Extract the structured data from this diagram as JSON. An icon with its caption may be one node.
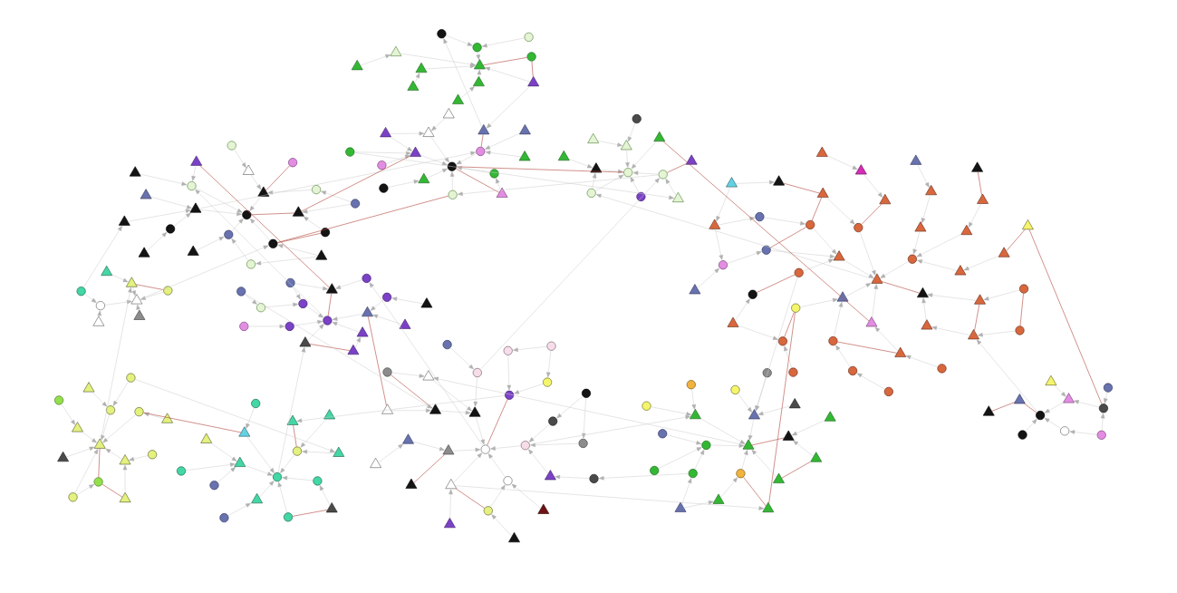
{
  "diagram": {
    "nodes": [
      {
        "text": [],
        "shape": "triangle"
      },
      {
        "text": [],
        "shape": "triangle"
      },
      {
        "text": [],
        "shape": "circle"
      },
      {
        "text": [],
        "shape": "triangle"
      },
      {
        "text": [],
        "shape": "triangle"
      },
      {
        "text": [],
        "shape": "circle"
      },
      {
        "text": [],
        "shape": "triangle"
      },
      {
        "text": [],
        "shape": "circle"
      },
      {
        "text": [],
        "shape": "triangle"
      },
      {
        "text": [],
        "shape": "triangle"
      },
      {
        "text": [],
        "shape": "circle"
      },
      {
        "text": [],
        "shape": "triangle"
      },
      {
        "text": [],
        "shape": "circle"
      },
      {
        "text": [],
        "shape": "triangle"
      },
      {
        "text": [],
        "shape": "circle"
      },
      {
        "text": [],
        "shape": "triangle"
      },
      {
        "text": [],
        "shape": "triangle"
      },
      {
        "text": [],
        "shape": "circle"
      },
      {
        "text": [],
        "shape": "circle"
      },
      {
        "text": [],
        "shape": "triangle"
      },
      {
        "text": [],
        "shape": "circle"
      },
      {
        "text": [],
        "shape": "triangle"
      },
      {
        "text": [],
        "shape": "triangle"
      },
      {
        "text": [],
        "shape": "circle"
      },
      {
        "text": [],
        "shape": "triangle"
      },
      {
        "text": [],
        "shape": "triangle"
      },
      {
        "text": [],
        "shape": "circle"
      },
      {
        "text": [],
        "shape": "triangle"
      },
      {
        "text": [],
        "shape": "circle"
      },
      {
        "text": [],
        "shape": "triangle"
      },
      {
        "text": [],
        "shape": "circle"
      },
      {
        "text": [],
        "shape": "triangle"
      },
      {
        "text": [],
        "shape": "triangle"
      },
      {
        "text": [],
        "shape": "circle"
      },
      {
        "text": [],
        "shape": "triangle"
      },
      {
        "text": [],
        "shape": "triangle"
      },
      {
        "text": [],
        "shape": "circle"
      },
      {
        "text": [],
        "shape": "circle"
      },
      {
        "text": [],
        "shape": "triangle"
      },
      {
        "text": [],
        "shape": "triangle"
      },
      {
        "text": [],
        "shape": "circle"
      },
      {
        "text": [],
        "shape": "triangle"
      },
      {
        "text": [],
        "shape": "triangle"
      },
      {
        "text": [],
        "shape": "circle"
      },
      {
        "text": [],
        "shape": "circle"
      },
      {
        "text": [],
        "shape": "triangle"
      },
      {
        "text": [],
        "shape": "circle"
      },
      {
        "text": [],
        "shape": "triangle"
      },
      {
        "text": [],
        "shape": "circle"
      },
      {
        "text": [],
        "shape": "triangle"
      },
      {
        "text": [],
        "shape": "circle"
      },
      {
        "text": [],
        "shape": "triangle"
      },
      {
        "text": [],
        "shape": "triangle"
      },
      {
        "text": [],
        "shape": "circle"
      },
      {
        "text": [],
        "shape": "triangle"
      },
      {
        "text": [],
        "shape": "circle"
      },
      {
        "text": [],
        "shape": "circle"
      },
      {
        "text": [],
        "shape": "triangle"
      },
      {
        "text": [],
        "shape": "circle"
      },
      {
        "text": [],
        "shape": "triangle"
      },
      {
        "text": [],
        "shape": "circle"
      },
      {
        "text": [],
        "shape": "triangle"
      },
      {
        "text": [],
        "shape": "triangle"
      },
      {
        "text": [],
        "shape": "circle"
      },
      {
        "text": [],
        "shape": "triangle"
      },
      {
        "text": [],
        "shape": "triangle"
      },
      {
        "text": [],
        "shape": "circle"
      },
      {
        "text": [],
        "shape": "circle"
      },
      {
        "text": [],
        "shape": "triangle"
      },
      {
        "text": [],
        "shape": "triangle"
      },
      {
        "text": [],
        "shape": "circle"
      },
      {
        "text": [],
        "shape": "circle"
      },
      {
        "text": [],
        "shape": "triangle"
      },
      {
        "text": [],
        "shape": "circle"
      },
      {
        "text": [],
        "shape": "triangle"
      },
      {
        "text": [],
        "shape": "triangle"
      },
      {
        "text": [],
        "shape": "circle"
      },
      {
        "text": [],
        "shape": "circle"
      },
      {
        "text": [],
        "shape": "triangle"
      },
      {
        "text": [],
        "shape": "circle"
      },
      {
        "text": [],
        "shape": "triangle"
      },
      {
        "text": [],
        "shape": "circle"
      },
      {
        "text": [],
        "shape": "circle"
      },
      {
        "text": [],
        "shape": "triangle"
      },
      {
        "text": [],
        "shape": "circle"
      },
      {
        "text": [],
        "shape": "triangle"
      },
      {
        "text": [],
        "shape": "triangle"
      },
      {
        "text": [],
        "shape": "circle"
      },
      {
        "text": [],
        "shape": "triangle"
      },
      {
        "text": [],
        "shape": "triangle"
      },
      {
        "text": [],
        "shape": "circle"
      },
      {
        "text": [],
        "shape": "circle"
      },
      {
        "text": [],
        "shape": "triangle"
      },
      {
        "text": [],
        "shape": "circle"
      },
      {
        "text": [],
        "shape": "triangle"
      },
      {
        "text": [],
        "shape": "circle"
      },
      {
        "text": [],
        "shape": "triangle"
      },
      {
        "text": [],
        "shape": "circle"
      },
      {
        "text": [],
        "shape": "triangle"
      },
      {
        "text": [],
        "shape": "circle"
      },
      {
        "text": [],
        "shape": "circle"
      },
      {
        "text": [],
        "shape": "triangle"
      },
      {
        "text": [],
        "shape": "circle"
      },
      {
        "text": [],
        "shape": "triangle"
      },
      {
        "text": [],
        "shape": "triangle"
      },
      {
        "text": [],
        "shape": "circle"
      },
      {
        "text": [],
        "shape": "circle"
      },
      {
        "text": [],
        "shape": "triangle"
      },
      {
        "text": [],
        "shape": "circle"
      },
      {
        "text": [],
        "shape": "triangle"
      },
      {
        "text": [],
        "shape": "triangle"
      },
      {
        "text": [],
        "shape": "circle"
      },
      {
        "text": [],
        "shape": "circle"
      },
      {
        "text": [],
        "shape": "triangle"
      },
      {
        "text": [],
        "shape": "circle"
      },
      {
        "text": [],
        "shape": "triangle"
      },
      {
        "text": [],
        "shape": "circle"
      },
      {
        "text": [],
        "shape": "triangle"
      },
      {
        "text": [],
        "shape": "circle"
      },
      {
        "text": [],
        "shape": "triangle"
      },
      {
        "text": [],
        "shape": "circle"
      },
      {
        "text": [],
        "shape": "circle"
      },
      {
        "text": [],
        "shape": "triangle"
      },
      {
        "text": [],
        "shape": "circle"
      },
      {
        "text": [],
        "shape": "triangle"
      },
      {
        "text": [],
        "shape": "circle"
      },
      {
        "text": [],
        "shape": "triangle"
      },
      {
        "text": [],
        "shape": "triangle"
      },
      {
        "text": [],
        "shape": "circle"
      },
      {
        "text": [],
        "shape": "circle"
      },
      {
        "text": [],
        "shape": "triangle"
      },
      {
        "text": [],
        "shape": "circle"
      },
      {
        "text": [],
        "shape": "triangle"
      },
      {
        "text": [],
        "shape": "circle"
      },
      {
        "text": [],
        "shape": "triangle"
      },
      {
        "text": [],
        "shape": "triangle"
      },
      {
        "text": [],
        "shape": "circle"
      },
      {
        "text": [],
        "shape": "triangle"
      },
      {
        "text": [],
        "shape": "circle"
      },
      {
        "text": [],
        "shape": "circle"
      },
      {
        "text": [],
        "shape": "triangle"
      },
      {
        "text": [],
        "shape": "circle"
      },
      {
        "text": [],
        "shape": "triangle"
      },
      {
        "text": [],
        "shape": "circle"
      },
      {
        "text": [],
        "shape": "triangle"
      },
      {
        "text": [],
        "shape": "circle"
      },
      {
        "text": [],
        "shape": "triangle"
      },
      {
        "text": [],
        "shape": "circle"
      },
      {
        "text": [],
        "shape": "triangle"
      },
      {
        "text": [],
        "shape": "triangle"
      },
      {
        "text": [],
        "shape": "circle"
      },
      {
        "text": [],
        "shape": "circle"
      },
      {
        "text": [],
        "shape": "triangle"
      },
      {
        "text": [],
        "shape": "circle"
      },
      {
        "text": [],
        "shape": "triangle"
      },
      {
        "text": [],
        "shape": "triangle"
      },
      {
        "text": [],
        "shape": "circle"
      },
      {
        "text": [],
        "shape": "triangle"
      },
      {
        "text": [],
        "shape": "circle"
      },
      {
        "text": [],
        "shape": "circle"
      },
      {
        "text": [],
        "shape": "triangle"
      },
      {
        "text": [],
        "shape": "circle"
      },
      {
        "text": [],
        "shape": "triangle"
      },
      {
        "text": [],
        "shape": "triangle"
      },
      {
        "text": [],
        "shape": "triangle"
      },
      {
        "text": [],
        "shape": "triangle"
      },
      {
        "text": [],
        "shape": "circle"
      },
      {
        "text": [],
        "shape": "triangle"
      },
      {
        "text": [],
        "shape": "circle"
      },
      {
        "text": [],
        "shape": "triangle"
      },
      {
        "text": [],
        "shape": "circle"
      },
      {
        "text": [],
        "shape": "triangle"
      },
      {
        "text": [],
        "shape": "triangle"
      },
      {
        "text": [],
        "shape": "circle"
      },
      {
        "text": [],
        "shape": "triangle"
      },
      {
        "text": [],
        "shape": "circle"
      },
      {
        "text": [],
        "shape": "triangle"
      },
      {
        "text": [],
        "shape": "triangle"
      },
      {
        "text": [],
        "shape": "circle"
      },
      {
        "text": [],
        "shape": "triangle"
      },
      {
        "text": [],
        "shape": "circle"
      },
      {
        "text": [],
        "shape": "triangle"
      },
      {
        "text": [],
        "shape": "triangle"
      },
      {
        "text": [],
        "shape": "circle"
      },
      {
        "text": [],
        "shape": "triangle"
      },
      {
        "text": [],
        "shape": "triangle"
      },
      {
        "text": [],
        "shape": "circle"
      },
      {
        "text": [],
        "shape": "triangle"
      },
      {
        "text": [],
        "shape": "circle"
      },
      {
        "text": [],
        "shape": "triangle"
      },
      {
        "text": [],
        "shape": "triangle"
      },
      {
        "text": [],
        "shape": "circle"
      },
      {
        "text": [],
        "shape": "triangle"
      },
      {
        "text": [],
        "shape": "circle"
      },
      {
        "text": [],
        "shape": "triangle"
      },
      {
        "text": [],
        "shape": "circle"
      },
      {
        "text": [],
        "shape": "triangle"
      },
      {
        "text": [],
        "shape": "triangle"
      },
      {
        "text": [],
        "shape": "circle"
      },
      {
        "text": [],
        "shape": "triangle"
      },
      {
        "text": [],
        "shape": "triangle"
      },
      {
        "text": [],
        "shape": "circle"
      },
      {
        "text": [],
        "shape": "triangle"
      },
      {
        "text": [],
        "shape": "circle"
      },
      {
        "text": [],
        "shape": "triangle"
      },
      {
        "text": [],
        "shape": "triangle"
      },
      {
        "text": [],
        "shape": "circle"
      },
      {
        "text": [],
        "shape": "triangle"
      },
      {
        "text": [],
        "shape": "circle"
      },
      {
        "text": [],
        "shape": "triangle"
      },
      {
        "text": [],
        "shape": "circle"
      },
      {
        "text": [],
        "shape": "triangle"
      },
      {
        "text": [],
        "shape": "circle"
      },
      {
        "text": [],
        "shape": "circle"
      },
      {
        "text": [],
        "shape": "triangle"
      },
      {
        "text": [],
        "shape": "circle"
      },
      {
        "text": [],
        "shape": "triangle"
      },
      {
        "text": [],
        "shape": "circle"
      }
    ],
    "edges": [
      {
        "from": 1,
        "to": 0,
        "arrow": "to"
      },
      {
        "from": 2,
        "to": 0,
        "arrow": "to"
      },
      {
        "from": 3,
        "to": 0,
        "arrow": "to"
      },
      {
        "from": 4,
        "to": 0,
        "arrow": "to"
      },
      {
        "from": 6,
        "to": 1,
        "arrow": "to"
      },
      {
        "from": 7,
        "to": 2,
        "arrow": "to"
      },
      {
        "from": 8,
        "to": 0,
        "arrow": "to"
      },
      {
        "from": 9,
        "to": 4,
        "arrow": "to"
      },
      {
        "from": 10,
        "to": 2,
        "arrow": "to"
      },
      {
        "from": 11,
        "to": 3,
        "arrow": "to"
      },
      {
        "from": 5,
        "to": 0,
        "arrow": "none",
        "color": "#b0473c"
      },
      {
        "from": 8,
        "to": 5,
        "arrow": "none",
        "color": "#b0473c"
      },
      {
        "from": 13,
        "to": 12,
        "arrow": "to"
      },
      {
        "from": 14,
        "to": 12,
        "arrow": "to"
      },
      {
        "from": 15,
        "to": 12,
        "arrow": "to"
      },
      {
        "from": 16,
        "to": 12,
        "arrow": "to"
      },
      {
        "from": 17,
        "to": 12,
        "arrow": "to"
      },
      {
        "from": 18,
        "to": 13,
        "arrow": "to"
      },
      {
        "from": 20,
        "to": 12,
        "arrow": "to"
      },
      {
        "from": 21,
        "to": 13,
        "arrow": "to"
      },
      {
        "from": 22,
        "to": 14,
        "arrow": "to"
      },
      {
        "from": 23,
        "to": 15,
        "arrow": "to"
      },
      {
        "from": 24,
        "to": 16,
        "arrow": "to"
      },
      {
        "from": 25,
        "to": 17,
        "arrow": "to"
      },
      {
        "from": 26,
        "to": 13,
        "arrow": "to"
      },
      {
        "from": 27,
        "to": 14,
        "arrow": "to"
      },
      {
        "from": 19,
        "to": 14,
        "arrow": "none",
        "color": "#b0473c"
      },
      {
        "from": 25,
        "to": 12,
        "arrow": "none",
        "color": "#b0473c"
      },
      {
        "from": 21,
        "to": 16,
        "arrow": "to"
      },
      {
        "from": 29,
        "to": 28,
        "arrow": "to"
      },
      {
        "from": 30,
        "to": 28,
        "arrow": "to"
      },
      {
        "from": 31,
        "to": 28,
        "arrow": "to"
      },
      {
        "from": 32,
        "to": 28,
        "arrow": "to"
      },
      {
        "from": 33,
        "to": 28,
        "arrow": "to"
      },
      {
        "from": 36,
        "to": 28,
        "arrow": "to"
      },
      {
        "from": 34,
        "to": 29,
        "arrow": "to"
      },
      {
        "from": 37,
        "to": 29,
        "arrow": "to"
      },
      {
        "from": 38,
        "to": 30,
        "arrow": "to"
      },
      {
        "from": 39,
        "to": 31,
        "arrow": "to"
      },
      {
        "from": 35,
        "to": 30,
        "arrow": "none",
        "color": "#b0473c"
      },
      {
        "from": 36,
        "to": 31,
        "arrow": "to"
      },
      {
        "from": 41,
        "to": 40,
        "arrow": "to"
      },
      {
        "from": 42,
        "to": 40,
        "arrow": "to"
      },
      {
        "from": 43,
        "to": 40,
        "arrow": "to"
      },
      {
        "from": 44,
        "to": 40,
        "arrow": "to"
      },
      {
        "from": 45,
        "to": 40,
        "arrow": "none",
        "color": "#b0473c"
      },
      {
        "from": 46,
        "to": 41,
        "arrow": "to"
      },
      {
        "from": 48,
        "to": 40,
        "arrow": "to"
      },
      {
        "from": 49,
        "to": 41,
        "arrow": "to"
      },
      {
        "from": 50,
        "to": 42,
        "arrow": "to"
      },
      {
        "from": 51,
        "to": 43,
        "arrow": "to"
      },
      {
        "from": 52,
        "to": 44,
        "arrow": "to"
      },
      {
        "from": 53,
        "to": 45,
        "arrow": "to"
      },
      {
        "from": 54,
        "to": 41,
        "arrow": "to"
      },
      {
        "from": 55,
        "to": 42,
        "arrow": "none",
        "color": "#b0473c"
      },
      {
        "from": 56,
        "to": 43,
        "arrow": "to"
      },
      {
        "from": 57,
        "to": 44,
        "arrow": "to"
      },
      {
        "from": 58,
        "to": 45,
        "arrow": "to"
      },
      {
        "from": 59,
        "to": 46,
        "arrow": "to"
      },
      {
        "from": 60,
        "to": 47,
        "arrow": "to"
      },
      {
        "from": 61,
        "to": 48,
        "arrow": "to"
      },
      {
        "from": 47,
        "to": 42,
        "arrow": "to"
      },
      {
        "from": 53,
        "to": 48,
        "arrow": "none",
        "color": "#b0473c"
      },
      {
        "from": 58,
        "to": 50,
        "arrow": "to"
      },
      {
        "from": 61,
        "to": 56,
        "arrow": "to"
      },
      {
        "from": 63,
        "to": 62,
        "arrow": "to"
      },
      {
        "from": 64,
        "to": 62,
        "arrow": "to"
      },
      {
        "from": 65,
        "to": 62,
        "arrow": "to"
      },
      {
        "from": 66,
        "to": 63,
        "arrow": "to"
      },
      {
        "from": 67,
        "to": 62,
        "arrow": "to"
      },
      {
        "from": 68,
        "to": 63,
        "arrow": "to"
      },
      {
        "from": 69,
        "to": 64,
        "arrow": "to"
      },
      {
        "from": 67,
        "to": 64,
        "arrow": "none",
        "color": "#b0473c"
      },
      {
        "from": 71,
        "to": 70,
        "arrow": "to"
      },
      {
        "from": 72,
        "to": 70,
        "arrow": "to"
      },
      {
        "from": 73,
        "to": 70,
        "arrow": "to"
      },
      {
        "from": 74,
        "to": 70,
        "arrow": "none",
        "color": "#b0473c"
      },
      {
        "from": 75,
        "to": 70,
        "arrow": "to"
      },
      {
        "from": 76,
        "to": 71,
        "arrow": "to"
      },
      {
        "from": 77,
        "to": 72,
        "arrow": "to"
      },
      {
        "from": 78,
        "to": 70,
        "arrow": "to"
      },
      {
        "from": 79,
        "to": 71,
        "arrow": "to"
      },
      {
        "from": 80,
        "to": 72,
        "arrow": "to"
      },
      {
        "from": 81,
        "to": 73,
        "arrow": "to"
      },
      {
        "from": 82,
        "to": 74,
        "arrow": "to"
      },
      {
        "from": 83,
        "to": 75,
        "arrow": "to"
      },
      {
        "from": 84,
        "to": 76,
        "arrow": "to"
      },
      {
        "from": 85,
        "to": 77,
        "arrow": "to"
      },
      {
        "from": 83,
        "to": 78,
        "arrow": "none",
        "color": "#b0473c"
      },
      {
        "from": 79,
        "to": 74,
        "arrow": "to"
      },
      {
        "from": 87,
        "to": 86,
        "arrow": "to"
      },
      {
        "from": 88,
        "to": 86,
        "arrow": "to"
      },
      {
        "from": 89,
        "to": 86,
        "arrow": "to"
      },
      {
        "from": 90,
        "to": 86,
        "arrow": "to"
      },
      {
        "from": 91,
        "to": 86,
        "arrow": "none",
        "color": "#b0473c"
      },
      {
        "from": 92,
        "to": 87,
        "arrow": "to"
      },
      {
        "from": 93,
        "to": 88,
        "arrow": "to"
      },
      {
        "from": 94,
        "to": 86,
        "arrow": "to"
      },
      {
        "from": 95,
        "to": 87,
        "arrow": "to"
      },
      {
        "from": 96,
        "to": 88,
        "arrow": "to"
      },
      {
        "from": 97,
        "to": 89,
        "arrow": "to"
      },
      {
        "from": 98,
        "to": 90,
        "arrow": "to"
      },
      {
        "from": 99,
        "to": 91,
        "arrow": "to"
      },
      {
        "from": 96,
        "to": 91,
        "arrow": "none",
        "color": "#b0473c"
      },
      {
        "from": 99,
        "to": 86,
        "arrow": "to"
      },
      {
        "from": 101,
        "to": 100,
        "arrow": "to"
      },
      {
        "from": 102,
        "to": 100,
        "arrow": "to"
      },
      {
        "from": 103,
        "to": 100,
        "arrow": "to"
      },
      {
        "from": 104,
        "to": 100,
        "arrow": "to"
      },
      {
        "from": 105,
        "to": 100,
        "arrow": "to"
      },
      {
        "from": 106,
        "to": 101,
        "arrow": "to"
      },
      {
        "from": 107,
        "to": 102,
        "arrow": "none",
        "color": "#b0473c"
      },
      {
        "from": 108,
        "to": 100,
        "arrow": "to"
      },
      {
        "from": 109,
        "to": 101,
        "arrow": "to"
      },
      {
        "from": 110,
        "to": 102,
        "arrow": "to"
      },
      {
        "from": 111,
        "to": 103,
        "arrow": "to"
      },
      {
        "from": 112,
        "to": 104,
        "arrow": "to"
      },
      {
        "from": 113,
        "to": 105,
        "arrow": "to"
      },
      {
        "from": 114,
        "to": 101,
        "arrow": "to"
      },
      {
        "from": 115,
        "to": 102,
        "arrow": "to"
      },
      {
        "from": 113,
        "to": 108,
        "arrow": "none",
        "color": "#b0473c"
      },
      {
        "from": 117,
        "to": 116,
        "arrow": "to"
      },
      {
        "from": 118,
        "to": 116,
        "arrow": "to"
      },
      {
        "from": 119,
        "to": 116,
        "arrow": "to"
      },
      {
        "from": 120,
        "to": 116,
        "arrow": "none",
        "color": "#b0473c"
      },
      {
        "from": 121,
        "to": 116,
        "arrow": "to"
      },
      {
        "from": 122,
        "to": 117,
        "arrow": "to"
      },
      {
        "from": 123,
        "to": 118,
        "arrow": "to"
      },
      {
        "from": 124,
        "to": 116,
        "arrow": "to"
      },
      {
        "from": 125,
        "to": 117,
        "arrow": "to"
      },
      {
        "from": 126,
        "to": 118,
        "arrow": "to"
      },
      {
        "from": 127,
        "to": 119,
        "arrow": "to"
      },
      {
        "from": 128,
        "to": 120,
        "arrow": "to"
      },
      {
        "from": 129,
        "to": 121,
        "arrow": "to"
      },
      {
        "from": 130,
        "to": 117,
        "arrow": "to"
      },
      {
        "from": 131,
        "to": 118,
        "arrow": "to"
      },
      {
        "from": 132,
        "to": 119,
        "arrow": "none",
        "color": "#b0473c"
      },
      {
        "from": 133,
        "to": 120,
        "arrow": "to"
      },
      {
        "from": 134,
        "to": 121,
        "arrow": "to"
      },
      {
        "from": 135,
        "to": 122,
        "arrow": "to"
      },
      {
        "from": 136,
        "to": 123,
        "arrow": "to"
      },
      {
        "from": 137,
        "to": 124,
        "arrow": "to"
      },
      {
        "from": 138,
        "to": 125,
        "arrow": "to"
      },
      {
        "from": 139,
        "to": 126,
        "arrow": "to"
      },
      {
        "from": 140,
        "to": 127,
        "arrow": "to"
      },
      {
        "from": 141,
        "to": 128,
        "arrow": "to"
      },
      {
        "from": 142,
        "to": 129,
        "arrow": "to"
      },
      {
        "from": 143,
        "to": 130,
        "arrow": "to"
      },
      {
        "from": 129,
        "to": 124,
        "arrow": "none",
        "color": "#b0473c"
      },
      {
        "from": 136,
        "to": 131,
        "arrow": "to"
      },
      {
        "from": 141,
        "to": 133,
        "arrow": "to"
      },
      {
        "from": 143,
        "to": 122,
        "arrow": "none",
        "color": "#b0473c"
      },
      {
        "from": 145,
        "to": 144,
        "arrow": "to"
      },
      {
        "from": 146,
        "to": 144,
        "arrow": "to"
      },
      {
        "from": 147,
        "to": 144,
        "arrow": "to"
      },
      {
        "from": 148,
        "to": 144,
        "arrow": "to"
      },
      {
        "from": 149,
        "to": 144,
        "arrow": "none",
        "color": "#b0473c"
      },
      {
        "from": 150,
        "to": 145,
        "arrow": "to"
      },
      {
        "from": 152,
        "to": 144,
        "arrow": "to"
      },
      {
        "from": 153,
        "to": 145,
        "arrow": "to"
      },
      {
        "from": 154,
        "to": 146,
        "arrow": "to"
      },
      {
        "from": 155,
        "to": 147,
        "arrow": "to"
      },
      {
        "from": 156,
        "to": 148,
        "arrow": "to"
      },
      {
        "from": 157,
        "to": 149,
        "arrow": "to"
      },
      {
        "from": 158,
        "to": 145,
        "arrow": "to"
      },
      {
        "from": 159,
        "to": 146,
        "arrow": "to"
      },
      {
        "from": 160,
        "to": 147,
        "arrow": "none",
        "color": "#b0473c"
      },
      {
        "from": 161,
        "to": 148,
        "arrow": "to"
      },
      {
        "from": 162,
        "to": 149,
        "arrow": "to"
      },
      {
        "from": 163,
        "to": 150,
        "arrow": "to"
      },
      {
        "from": 151,
        "to": 146,
        "arrow": "to"
      },
      {
        "from": 157,
        "to": 152,
        "arrow": "none",
        "color": "#b0473c"
      },
      {
        "from": 163,
        "to": 155,
        "arrow": "to"
      },
      {
        "from": 165,
        "to": 164,
        "arrow": "to"
      },
      {
        "from": 166,
        "to": 164,
        "arrow": "to"
      },
      {
        "from": 167,
        "to": 164,
        "arrow": "to"
      },
      {
        "from": 168,
        "to": 164,
        "arrow": "to"
      },
      {
        "from": 169,
        "to": 164,
        "arrow": "none",
        "color": "#b0473c"
      },
      {
        "from": 170,
        "to": 165,
        "arrow": "to"
      },
      {
        "from": 172,
        "to": 164,
        "arrow": "to"
      },
      {
        "from": 173,
        "to": 165,
        "arrow": "to"
      },
      {
        "from": 174,
        "to": 166,
        "arrow": "to"
      },
      {
        "from": 175,
        "to": 167,
        "arrow": "to"
      },
      {
        "from": 176,
        "to": 168,
        "arrow": "none",
        "color": "#b0473c"
      },
      {
        "from": 177,
        "to": 169,
        "arrow": "to"
      },
      {
        "from": 178,
        "to": 165,
        "arrow": "to"
      },
      {
        "from": 179,
        "to": 166,
        "arrow": "to"
      },
      {
        "from": 180,
        "to": 167,
        "arrow": "to"
      },
      {
        "from": 181,
        "to": 168,
        "arrow": "to"
      },
      {
        "from": 182,
        "to": 169,
        "arrow": "to"
      },
      {
        "from": 183,
        "to": 170,
        "arrow": "none",
        "color": "#b0473c"
      },
      {
        "from": 184,
        "to": 171,
        "arrow": "to"
      },
      {
        "from": 185,
        "to": 172,
        "arrow": "to"
      },
      {
        "from": 186,
        "to": 173,
        "arrow": "to"
      },
      {
        "from": 187,
        "to": 174,
        "arrow": "to"
      },
      {
        "from": 188,
        "to": 175,
        "arrow": "none",
        "color": "#b0473c"
      },
      {
        "from": 189,
        "to": 176,
        "arrow": "to"
      },
      {
        "from": 190,
        "to": 177,
        "arrow": "to"
      },
      {
        "from": 191,
        "to": 178,
        "arrow": "to"
      },
      {
        "from": 192,
        "to": 179,
        "arrow": "to"
      },
      {
        "from": 193,
        "to": 180,
        "arrow": "to"
      },
      {
        "from": 194,
        "to": 181,
        "arrow": "none",
        "color": "#b0473c"
      },
      {
        "from": 195,
        "to": 182,
        "arrow": "to"
      },
      {
        "from": 196,
        "to": 183,
        "arrow": "to"
      },
      {
        "from": 197,
        "to": 184,
        "arrow": "to"
      },
      {
        "from": 198,
        "to": 185,
        "arrow": "to"
      },
      {
        "from": 199,
        "to": 186,
        "arrow": "to"
      },
      {
        "from": 200,
        "to": 187,
        "arrow": "none",
        "color": "#b0473c"
      },
      {
        "from": 201,
        "to": 188,
        "arrow": "to"
      },
      {
        "from": 202,
        "to": 189,
        "arrow": "to"
      },
      {
        "from": 203,
        "to": 190,
        "arrow": "to"
      },
      {
        "from": 204,
        "to": 191,
        "arrow": "to"
      },
      {
        "from": 205,
        "to": 192,
        "arrow": "none",
        "color": "#b0473c"
      },
      {
        "from": 206,
        "to": 193,
        "arrow": "to"
      },
      {
        "from": 207,
        "to": 194,
        "arrow": "to"
      },
      {
        "from": 171,
        "to": 166,
        "arrow": "to"
      },
      {
        "from": 185,
        "to": 180,
        "arrow": "none",
        "color": "#b0473c"
      },
      {
        "from": 190,
        "to": 182,
        "arrow": "none",
        "color": "#b0473c"
      },
      {
        "from": 199,
        "to": 191,
        "arrow": "to"
      },
      {
        "from": 203,
        "to": 195,
        "arrow": "none",
        "color": "#b0473c"
      },
      {
        "from": 207,
        "to": 199,
        "arrow": "to"
      },
      {
        "from": 181,
        "to": 173,
        "arrow": "none",
        "color": "#b0473c"
      },
      {
        "from": 196,
        "to": 188,
        "arrow": "to"
      },
      {
        "from": 178,
        "to": 173,
        "arrow": "none",
        "color": "#b0473c"
      },
      {
        "from": 209,
        "to": 208,
        "arrow": "to"
      },
      {
        "from": 210,
        "to": 208,
        "arrow": "to"
      },
      {
        "from": 211,
        "to": 208,
        "arrow": "none",
        "color": "#b0473c"
      },
      {
        "from": 212,
        "to": 209,
        "arrow": "to"
      },
      {
        "from": 213,
        "to": 208,
        "arrow": "to"
      },
      {
        "from": 214,
        "to": 209,
        "arrow": "to"
      },
      {
        "from": 215,
        "to": 210,
        "arrow": "to"
      },
      {
        "from": 216,
        "to": 211,
        "arrow": "none",
        "color": "#b0473c"
      },
      {
        "from": 217,
        "to": 212,
        "arrow": "to"
      },
      {
        "from": 215,
        "to": 212,
        "arrow": "to"
      },
      {
        "from": 8,
        "to": 19,
        "arrow": "to"
      },
      {
        "from": 19,
        "to": 7,
        "arrow": "to"
      },
      {
        "from": 12,
        "to": 28,
        "arrow": "none",
        "color": "#b0473c"
      },
      {
        "from": 30,
        "to": 20,
        "arrow": "to"
      },
      {
        "from": 41,
        "to": 14,
        "arrow": "to"
      },
      {
        "from": 13,
        "to": 45,
        "arrow": "none",
        "color": "#b0473c"
      },
      {
        "from": 62,
        "to": 48,
        "arrow": "to"
      },
      {
        "from": 66,
        "to": 54,
        "arrow": "to"
      },
      {
        "from": 70,
        "to": 44,
        "arrow": "to"
      },
      {
        "from": 74,
        "to": 52,
        "arrow": "none",
        "color": "#b0473c"
      },
      {
        "from": 86,
        "to": 64,
        "arrow": "to"
      },
      {
        "from": 100,
        "to": 78,
        "arrow": "to"
      },
      {
        "from": 104,
        "to": 90,
        "arrow": "none",
        "color": "#b0473c"
      },
      {
        "from": 116,
        "to": 82,
        "arrow": "to"
      },
      {
        "from": 120,
        "to": 107,
        "arrow": "to"
      },
      {
        "from": 125,
        "to": 30,
        "arrow": "to"
      },
      {
        "from": 135,
        "to": 72,
        "arrow": "none",
        "color": "#b0473c"
      },
      {
        "from": 144,
        "to": 130,
        "arrow": "to"
      },
      {
        "from": 150,
        "to": 139,
        "arrow": "to"
      },
      {
        "from": 164,
        "to": 36,
        "arrow": "to"
      },
      {
        "from": 172,
        "to": 32,
        "arrow": "none",
        "color": "#b0473c"
      },
      {
        "from": 170,
        "to": 146,
        "arrow": "to"
      },
      {
        "from": 160,
        "to": 175,
        "arrow": "none",
        "color": "#b0473c"
      },
      {
        "from": 208,
        "to": 190,
        "arrow": "to"
      },
      {
        "from": 212,
        "to": 200,
        "arrow": "none",
        "color": "#b0473c"
      },
      {
        "from": 118,
        "to": 148,
        "arrow": "to"
      },
      {
        "from": 84,
        "to": 122,
        "arrow": "to"
      },
      {
        "from": 48,
        "to": 20,
        "arrow": "none",
        "color": "#b0473c"
      },
      {
        "from": 95,
        "to": 110,
        "arrow": "to"
      },
      {
        "from": 124,
        "to": 160,
        "arrow": "to"
      },
      {
        "from": 26,
        "to": 38,
        "arrow": "to"
      }
    ]
  }
}
